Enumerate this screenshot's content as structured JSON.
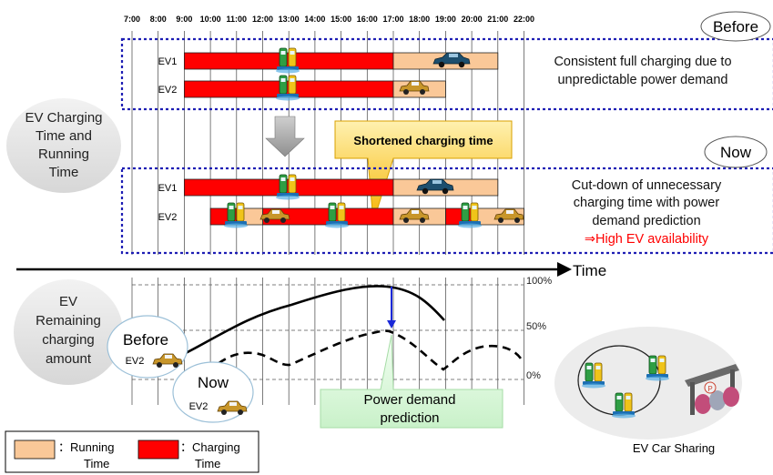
{
  "timeline": {
    "hours": [
      "7:00",
      "8:00",
      "9:00",
      "10:00",
      "11:00",
      "12:00",
      "13:00",
      "14:00",
      "15:00",
      "16:00",
      "17:00",
      "18:00",
      "19:00",
      "20:00",
      "21:00",
      "22:00"
    ],
    "time_label": "Time"
  },
  "before": {
    "badge": "Before",
    "rows": [
      {
        "label": "EV1",
        "charging": [
          9,
          17
        ],
        "running": [
          17,
          21
        ]
      },
      {
        "label": "EV2",
        "charging": [
          9,
          17
        ],
        "running": [
          17,
          19
        ]
      }
    ],
    "description": [
      "Consistent full charging due to",
      "unpredictable power demand"
    ]
  },
  "now": {
    "badge": "Now",
    "rows": [
      {
        "label": "EV1",
        "charging": [
          9,
          17
        ],
        "running": [
          17,
          21
        ]
      },
      {
        "label": "EV2",
        "charging_segments": [
          [
            10,
            11
          ],
          [
            12,
            17
          ],
          [
            19,
            20
          ]
        ],
        "running_segments": [
          [
            11,
            12
          ],
          [
            17,
            19
          ],
          [
            20,
            22
          ]
        ]
      }
    ],
    "description": [
      "Cut-down of unnecessary",
      "charging time with power",
      "demand prediction"
    ],
    "highlight": "⇒High EV availability",
    "callout": "Shortened charging time"
  },
  "side_labels": {
    "charging": [
      "EV Charging",
      "Time and",
      "Running",
      "Time"
    ],
    "remaining": [
      "EV",
      "Remaining",
      "charging",
      "amount"
    ]
  },
  "chart": {
    "levels": [
      "100%",
      "50%",
      "0%"
    ],
    "before_bubble": {
      "title": "Before",
      "ev": "EV2"
    },
    "now_bubble": {
      "title": "Now",
      "ev": "EV2"
    },
    "prediction_callout": [
      "Power demand",
      "prediction"
    ]
  },
  "legend": {
    "running": [
      "：Running",
      "Time"
    ],
    "charging": [
      "：Charging",
      "Time"
    ]
  },
  "sharing": {
    "label": "EV Car Sharing"
  },
  "colors": {
    "charging": "#ff0000",
    "running": "#fac898",
    "frame": "#1e1eb4",
    "highlight": "#ff0000",
    "callout": "#ffd24a",
    "prediction": "#d9f7d9"
  }
}
